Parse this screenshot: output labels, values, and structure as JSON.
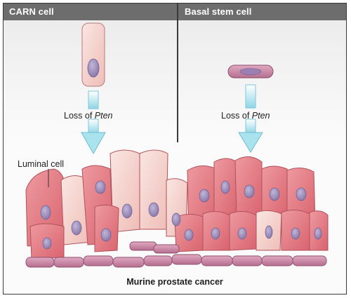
{
  "panels": {
    "left_title": "CARN cell",
    "right_title": "Basal stem cell"
  },
  "labels": {
    "loss_left_prefix": "Loss of ",
    "loss_left_gene": "Pten",
    "loss_right_prefix": "Loss of ",
    "loss_right_gene": "Pten",
    "luminal_cell": "Luminal cell",
    "bottom_title": "Murine prostate cancer"
  },
  "colors": {
    "header": "#6d6d6d",
    "luminal_pink": "#e98a92",
    "luminal_pale": "#f6d7d2",
    "nucleus": "#9a8ab8",
    "basal_layer": "#c98aa5",
    "arrow": "#a9e3ee"
  }
}
